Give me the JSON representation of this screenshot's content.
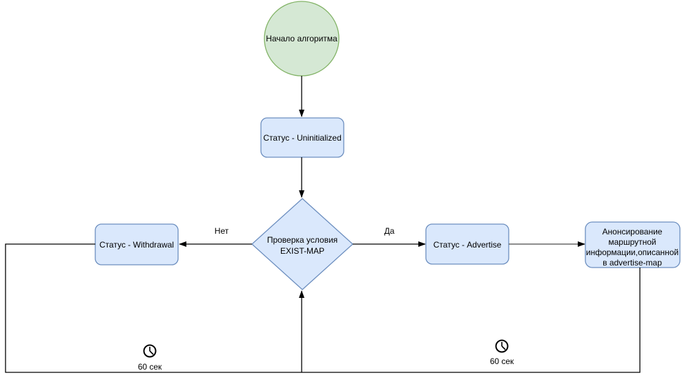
{
  "diagram": {
    "type": "flowchart",
    "nodes": {
      "start": {
        "shape": "circle",
        "label": "Начало алгоритма",
        "fill": "#d5e8d4",
        "stroke": "#82b366"
      },
      "status_uninitialized": {
        "shape": "rounded-rect",
        "label": "Статус - Uninitialized",
        "fill": "#dae8fc",
        "stroke": "#6c8ebf"
      },
      "check_exist_map": {
        "shape": "diamond",
        "lines": [
          "Проверка условия",
          "EXIST-MAP"
        ],
        "fill": "#dae8fc",
        "stroke": "#6c8ebf"
      },
      "status_withdrawal": {
        "shape": "rounded-rect",
        "label": "Статус - Withdrawal",
        "fill": "#dae8fc",
        "stroke": "#6c8ebf"
      },
      "status_advertise": {
        "shape": "rounded-rect",
        "label": "Статус - Advertise",
        "fill": "#dae8fc",
        "stroke": "#6c8ebf"
      },
      "advertise_map_action": {
        "shape": "rounded-rect",
        "lines": [
          "Анонсирование",
          "маршрутной",
          "информации,описанной",
          "в advertise-map"
        ],
        "fill": "#dae8fc",
        "stroke": "#6c8ebf"
      }
    },
    "edges": {
      "no_label": "Нет",
      "yes_label": "Да"
    },
    "timers": {
      "left": {
        "icon": "clock-icon",
        "label": "60 сек"
      },
      "right": {
        "icon": "clock-icon",
        "label": "60 сек"
      }
    },
    "colors": {
      "background": "#ffffff",
      "connector": "#000000",
      "connector_gray": "#666666",
      "text": "#000000",
      "green_fill": "#d5e8d4",
      "green_stroke": "#82b366",
      "blue_fill": "#dae8fc",
      "blue_stroke": "#6c8ebf"
    }
  }
}
